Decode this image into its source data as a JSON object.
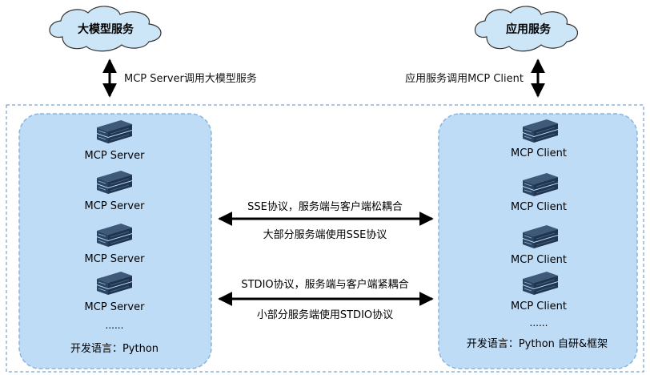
{
  "clouds": {
    "left_label": "大模型服务",
    "right_label": "应用服务"
  },
  "links": {
    "left_call": "MCP Server调用大模型服务",
    "right_call": "应用服务调用MCP Client"
  },
  "server_panel": {
    "servers": [
      "MCP Server",
      "MCP Server",
      "MCP Server",
      "MCP Server"
    ],
    "ellipsis": "......",
    "language": "开发语言：Python"
  },
  "client_panel": {
    "clients": [
      "MCP Client",
      "MCP Client",
      "MCP Client",
      "MCP Client"
    ],
    "ellipsis": "......",
    "language": "开发语言：Python 自研&框架"
  },
  "protocols": {
    "sse_top": "SSE协议，服务端与客户端松耦合",
    "sse_bottom": "大部分服务端使用SSE协议",
    "stdio_top": "STDIO协议，服务端与客户端紧耦合",
    "stdio_bottom": "小部分服务端使用STDIO协议"
  },
  "colors": {
    "cloud_fill": "#cde6f7",
    "panel_fill": "#bfdcf7",
    "panel_stroke": "#8ab4dc",
    "outer_dash": "#5b8fc3",
    "server_dark": "#1f3550",
    "server_mid": "#3f5a78",
    "arrow": "#000000"
  },
  "icons": {
    "server": "server-rack-icon",
    "cloud": "cloud-shape"
  }
}
